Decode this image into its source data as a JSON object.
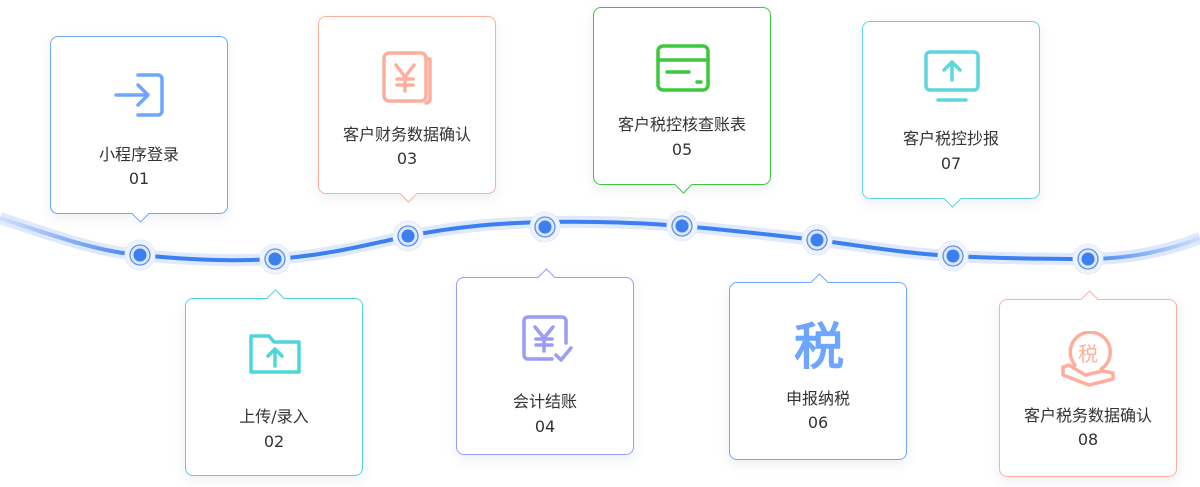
{
  "accent": "#3b7ff0",
  "steps": [
    {
      "label": "小程序登录",
      "number": "01",
      "color": "#6ea6ff",
      "icon": "login-icon",
      "side": "down"
    },
    {
      "label": "上传/录入",
      "number": "02",
      "color": "#4fd6dc",
      "icon": "folder-upload-icon",
      "side": "up"
    },
    {
      "label": "客户财务数据确认",
      "number": "03",
      "color": "#ffae9c",
      "icon": "yuan-document-icon",
      "side": "down"
    },
    {
      "label": "会计结账",
      "number": "04",
      "color": "#9a9cf5",
      "icon": "yuan-check-icon",
      "side": "up"
    },
    {
      "label": "客户税控核查账表",
      "number": "05",
      "color": "#3cc83c",
      "icon": "card-icon",
      "side": "down"
    },
    {
      "label": "申报纳税",
      "number": "06",
      "color": "#6ea6ff",
      "icon": "tax-character-icon",
      "side": "up",
      "icon_text": "税"
    },
    {
      "label": "客户税控抄报",
      "number": "07",
      "color": "#5ed6e0",
      "icon": "monitor-upload-icon",
      "side": "down"
    },
    {
      "label": "客户税务数据确认",
      "number": "08",
      "color": "#ffae9c",
      "icon": "hand-tax-icon",
      "side": "up",
      "icon_text": "税"
    }
  ]
}
